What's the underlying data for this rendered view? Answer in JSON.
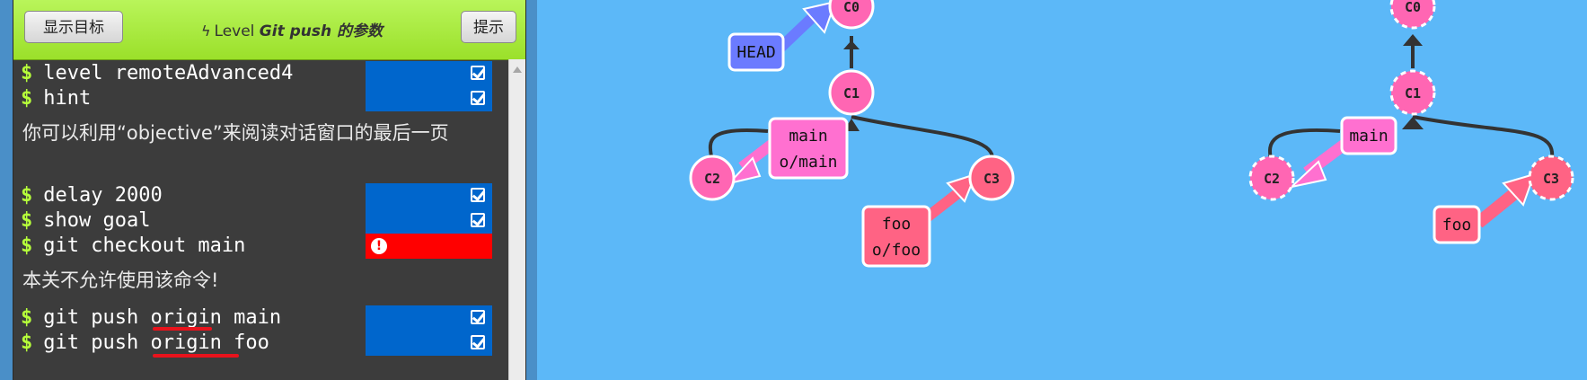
{
  "toolbar": {
    "show_goal_label": "显示目标",
    "hint_label": "提示",
    "level_prefix": "Level",
    "level_name": "Git push 的参数"
  },
  "console": {
    "rows": [
      {
        "command": "level remoteAdvanced4",
        "status": "success"
      },
      {
        "command": "hint",
        "status": "success"
      },
      {
        "message": "你可以利用“objective”来阅读对话窗口的最后一页"
      },
      {
        "command": "delay 2000",
        "status": "success"
      },
      {
        "command": "show goal",
        "status": "success"
      },
      {
        "command": "git checkout main",
        "status": "error"
      },
      {
        "message": "本关不允许使用该命令!"
      },
      {
        "command": "git push origin main",
        "status": "success"
      },
      {
        "command": "git push origin foo",
        "status": "success"
      }
    ],
    "prompt_symbol": "$"
  },
  "current_tree": {
    "commits": {
      "c0": "C0",
      "c1": "C1",
      "c2": "C2",
      "c3": "C3"
    },
    "refs": {
      "head": "HEAD",
      "main_line1": "main",
      "main_line2": "o/main",
      "foo_line1": "foo",
      "foo_line2": "o/foo"
    }
  },
  "goal_tree": {
    "commits": {
      "c0": "C0",
      "c1": "C1",
      "c2": "C2",
      "c3": "C3"
    },
    "refs": {
      "main": "main",
      "foo": "foo"
    }
  },
  "colors": {
    "background": "#5cb8f8",
    "commit_fill": "#ff66b3",
    "commit_stroke": "#ffffff",
    "c3_fill": "#ff6384",
    "branch_main": "#ff70d0",
    "branch_foo": "#ff6384",
    "head": "#6b7bff",
    "accent_red": "#ff0000",
    "status_blue": "#0066cc"
  }
}
